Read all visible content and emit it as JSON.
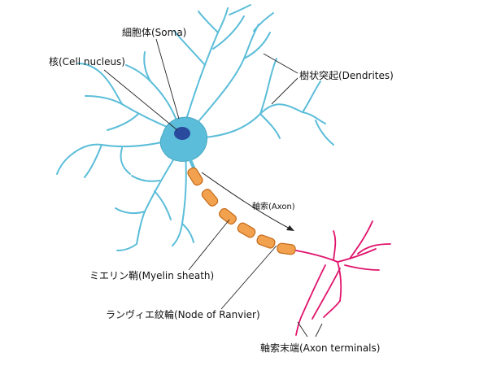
{
  "labels": {
    "soma": "細胞体(Soma)",
    "nucleus": "核(Cell nucleus)",
    "dendrites": "樹状突起(Dendrites)",
    "axon": "軸索(Axon)",
    "myelin": "ミエリン鞘(Myelin sheath)",
    "ranvier": "ランヴィエ紋輪(Node of Ranvier)",
    "terminals": "軸索末端(Axon terminals)"
  },
  "colors": {
    "cell_body": "#5bbdd9",
    "nucleus": "#2a4a9e",
    "myelin_fill": "#f2a24e",
    "myelin_stroke": "#c46a1a",
    "axon_terminal": "#e0136c",
    "leader_line": "#222222"
  }
}
